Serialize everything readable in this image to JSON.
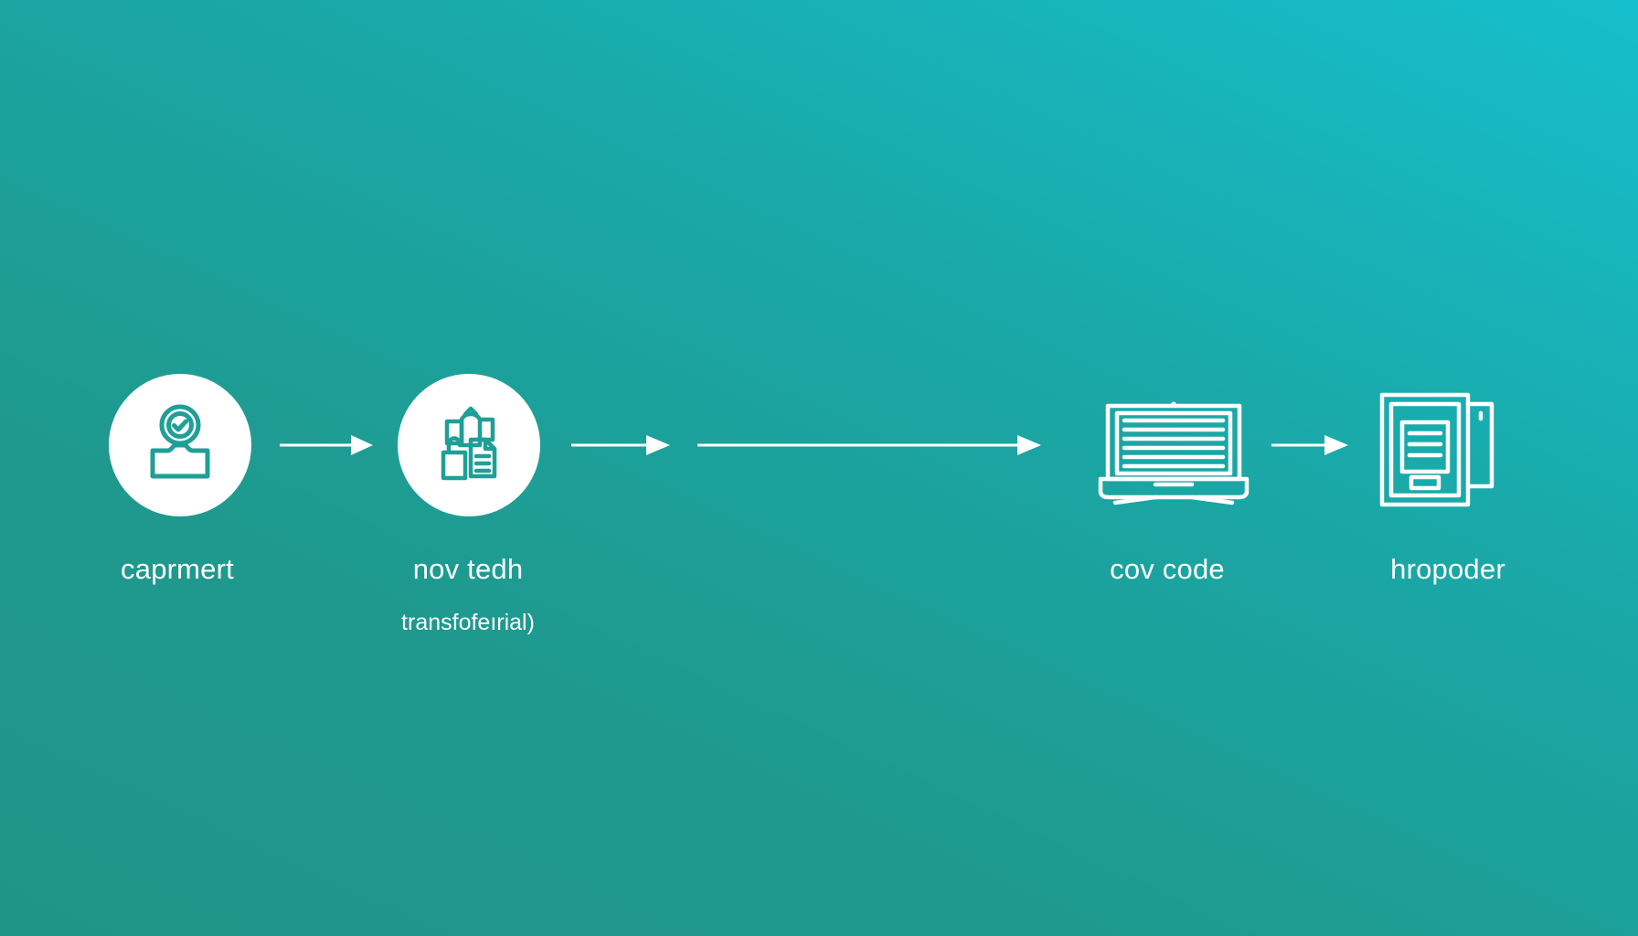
{
  "colors": {
    "background_start": "#16bfcc",
    "background_end": "#1f9587",
    "icon_fill": "#ffffff",
    "icon_stroke": "#1f9f97",
    "text": "#ffffff"
  },
  "steps": [
    {
      "label": "caprmert",
      "sublabel": "",
      "icon": "user-check-icon"
    },
    {
      "label": "nov tedh",
      "sublabel": "transfofeırial)",
      "icon": "documents-lock-icon"
    },
    {
      "label": "cov code",
      "sublabel": "",
      "icon": "laptop-icon"
    },
    {
      "label": "hropoder",
      "sublabel": "",
      "icon": "tablet-device-icon"
    }
  ]
}
